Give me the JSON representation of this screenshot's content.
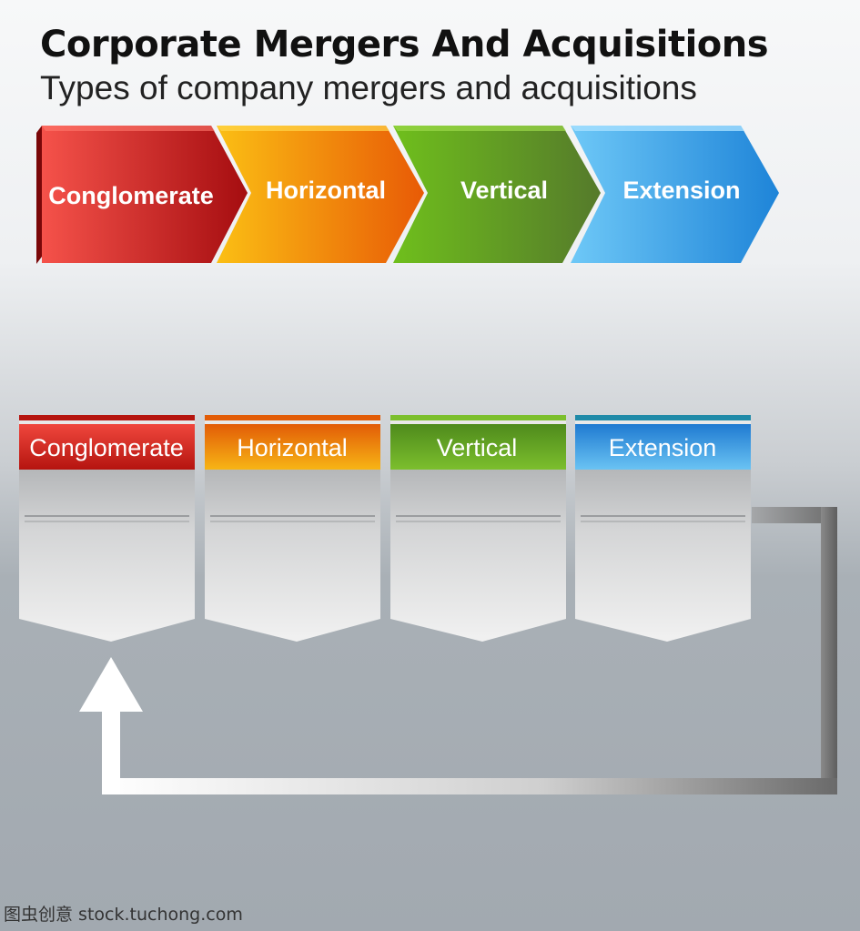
{
  "header": {
    "title": "Corporate Mergers And Acquisitions",
    "subtitle": "Types of company mergers and acquisitions"
  },
  "arrows": [
    {
      "label": "Conglomerate",
      "color_light": "#f5524a",
      "color_dark": "#a50d10"
    },
    {
      "label": "Horizontal",
      "color_light": "#fbbf14",
      "color_dark": "#e85a06"
    },
    {
      "label": "Vertical",
      "color_light": "#6fbf1c",
      "color_dark": "#557a2b"
    },
    {
      "label": "Extension",
      "color_light": "#6ec8f7",
      "color_dark": "#1e84d8"
    }
  ],
  "cards": [
    {
      "label": "Conglomerate",
      "color_light": "#f0473d",
      "color_dark": "#b5140f"
    },
    {
      "label": "Horizontal",
      "color_light": "#f39a0c",
      "color_dark": "#e25c07"
    },
    {
      "label": "Vertical",
      "color_light": "#7cbf2d",
      "color_dark": "#4e8a1c"
    },
    {
      "label": "Extension",
      "color_light": "#5ab8ef",
      "color_dark": "#1f7ad1"
    }
  ],
  "watermark": "图虫创意 stock.tuchong.com"
}
